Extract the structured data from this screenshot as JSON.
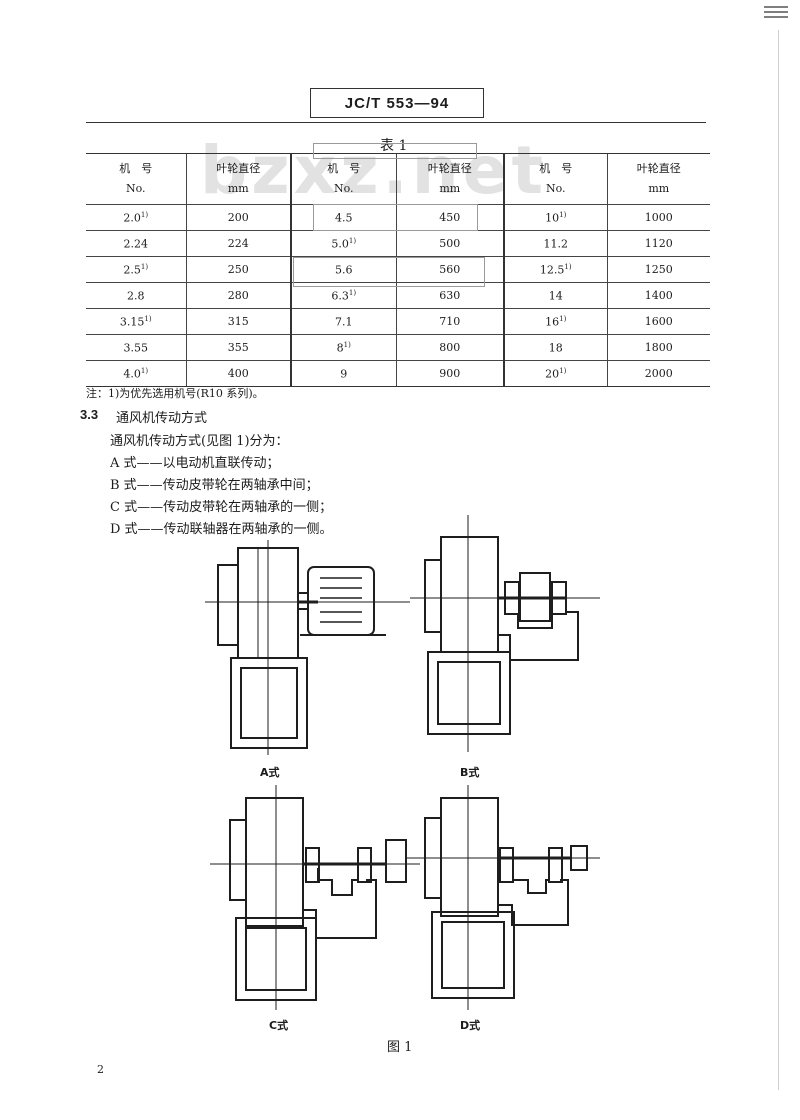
{
  "header": {
    "standard_code": "JC/T 553—94"
  },
  "table": {
    "title": "表 1",
    "headers": [
      {
        "cn": "机　号",
        "en": "No."
      },
      {
        "cn": "叶轮直径",
        "en": "mm"
      },
      {
        "cn": "机　号",
        "en": "No."
      },
      {
        "cn": "叶轮直径",
        "en": "mm"
      },
      {
        "cn": "机　号",
        "en": "No."
      },
      {
        "cn": "叶轮直径",
        "en": "mm"
      }
    ],
    "rows": [
      [
        "2.0",
        "1)",
        "200",
        "4.5",
        "",
        "450",
        "10",
        "1)",
        "1000"
      ],
      [
        "2.24",
        "",
        "224",
        "5.0",
        "1)",
        "500",
        "11.2",
        "",
        "1120"
      ],
      [
        "2.5",
        "1)",
        "250",
        "5.6",
        "",
        "560",
        "12.5",
        "1)",
        "1250"
      ],
      [
        "2.8",
        "",
        "280",
        "6.3",
        "1)",
        "630",
        "14",
        "",
        "1400"
      ],
      [
        "3.15",
        "1)",
        "315",
        "7.1",
        "",
        "710",
        "16",
        "1)",
        "1600"
      ],
      [
        "3.55",
        "",
        "355",
        "8",
        "1)",
        "800",
        "18",
        "",
        "1800"
      ],
      [
        "4.0",
        "1)",
        "400",
        "9",
        "",
        "900",
        "20",
        "1)",
        "2000"
      ]
    ],
    "note": "注：1)为优先选用机号(R10 系列)。"
  },
  "watermark": "bzxz.net",
  "section": {
    "number": "3.3",
    "title": "通风机传动方式",
    "intro": "通风机传动方式(见图 1)分为：",
    "items": [
      "A 式——以电动机直联传动；",
      "B 式——传动皮带轮在两轴承中间；",
      "C 式——传动皮带轮在两轴承的一侧；",
      "D 式——传动联轴器在两轴承的一侧。"
    ]
  },
  "figure": {
    "labels": {
      "a": "A式",
      "b": "B式",
      "c": "C式",
      "d": "D式"
    },
    "caption": "图 1"
  },
  "page_number": "2"
}
